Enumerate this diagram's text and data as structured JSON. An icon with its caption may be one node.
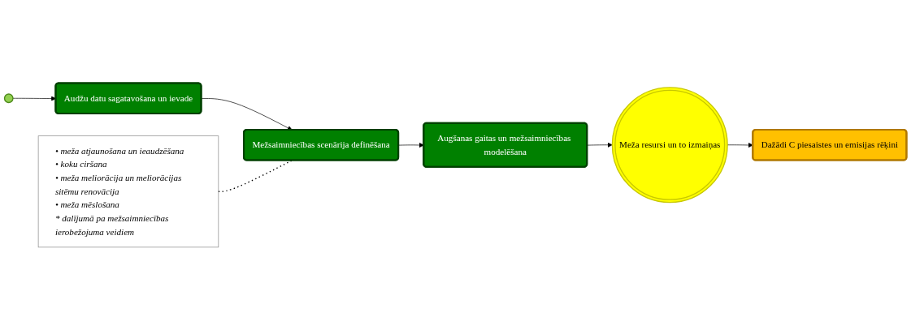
{
  "diagram": {
    "nodes": [
      {
        "text": [
          "• meža atjaunošana un ieaudzēšana",
          "• koku ciršana",
          "• meža meliorācija un meliorācijas sitēmu renovācija",
          "• meža mēslošana",
          "* dalījumā pa mežsaimniecības ierobežojuma veidiem"
        ]
      },
      {
        "text": [],
        "shape": "circle"
      },
      {
        "text": [
          "Audžu datu sagatavošana un ievade"
        ]
      },
      {
        "text": [
          "Mežsaimniecības scenārija definēšana"
        ]
      },
      {
        "text": [
          "Augšanas gaitas un mežsaimniecības modelēšana"
        ]
      },
      {
        "text": [
          "Meža resursi un to izmaiņas"
        ]
      },
      {
        "text": [
          "Dažādi C piesaistes un emisijas rēķini"
        ]
      }
    ],
    "edges": [
      {
        "from": 1,
        "to": 2,
        "arrow": "to"
      },
      {
        "from": 2,
        "to": 3,
        "arrow": "to"
      },
      {
        "from": 3,
        "to": 4,
        "arrow": "to"
      },
      {
        "from": 4,
        "to": 5,
        "arrow": "to"
      },
      {
        "from": 5,
        "to": 6,
        "arrow": "to"
      },
      {
        "from": 0,
        "to": 3,
        "arrow": "none",
        "style": "dashed"
      }
    ]
  }
}
